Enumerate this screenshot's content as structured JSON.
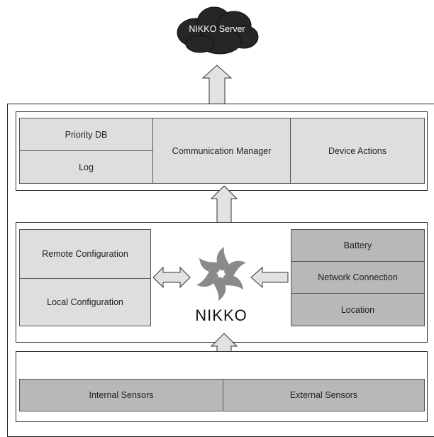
{
  "cloud": {
    "label": "NIKKO Server"
  },
  "top_panel": {
    "priority_db": "Priority DB",
    "log": "Log",
    "communication_manager": "Communication Manager",
    "device_actions": "Device Actions"
  },
  "middle_panel": {
    "remote_configuration": "Remote Configuration",
    "local_configuration": "Local Configuration",
    "center_label": "NIKKO",
    "battery": "Battery",
    "network_connection": "Network Connection",
    "location": "Location"
  },
  "bottom_panel": {
    "internal_sensors": "Internal Sensors",
    "external_sensors": "External Sensors"
  },
  "colors": {
    "light_cell": "#dedede",
    "dark_cell": "#b8b8b8",
    "cloud": "#262626",
    "arrow_fill": "#e2e2e2",
    "logo": "#8a8a8a"
  }
}
